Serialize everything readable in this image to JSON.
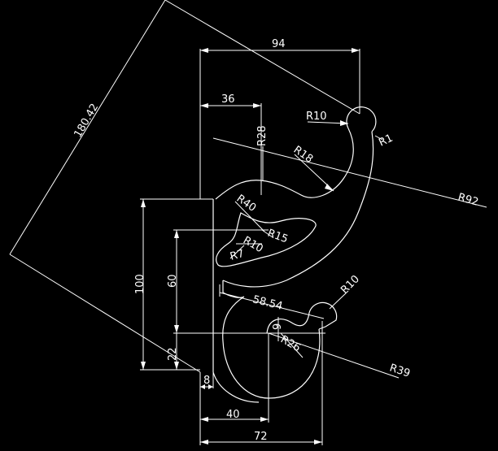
{
  "canvas": {
    "background": "#000000",
    "stroke": "#ffffff"
  },
  "dimensions": {
    "d94": "94",
    "d36": "36",
    "d180": "180.42",
    "dR10_top": "R10",
    "dR1": "R1",
    "dR28": "R28",
    "dR18": "R18",
    "dR92": "R92",
    "dR40": "R40",
    "dR15": "R15",
    "dR10_mid": "R10",
    "dR7": "R7",
    "d100": "100",
    "d60": "60",
    "d22": "22",
    "d8": "8",
    "d58": "58.54",
    "d9": "9",
    "dR10_bot": "R10",
    "dR26": "R26",
    "dR39": "R39",
    "d40": "40",
    "d72": "72"
  }
}
